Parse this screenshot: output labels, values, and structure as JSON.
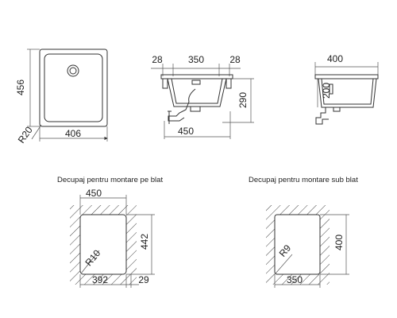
{
  "views": {
    "top": {
      "height": "456",
      "width": "406",
      "radius": "R20"
    },
    "front": {
      "rim_left": "28",
      "bowl_width": "350",
      "rim_right": "28",
      "depth": "290",
      "overall_width": "450"
    },
    "side": {
      "width": "400",
      "height": "200"
    }
  },
  "cutouts": {
    "overmount": {
      "caption": "Decupaj pentru montare pe blat",
      "width": "450",
      "inner_width": "392",
      "offset": "29",
      "height": "442",
      "radius": "R10"
    },
    "undermount": {
      "caption": "Decupaj pentru montare sub blat",
      "height": "400",
      "width": "350",
      "radius": "R9"
    }
  },
  "colors": {
    "line": "#333333",
    "background": "#ffffff"
  }
}
